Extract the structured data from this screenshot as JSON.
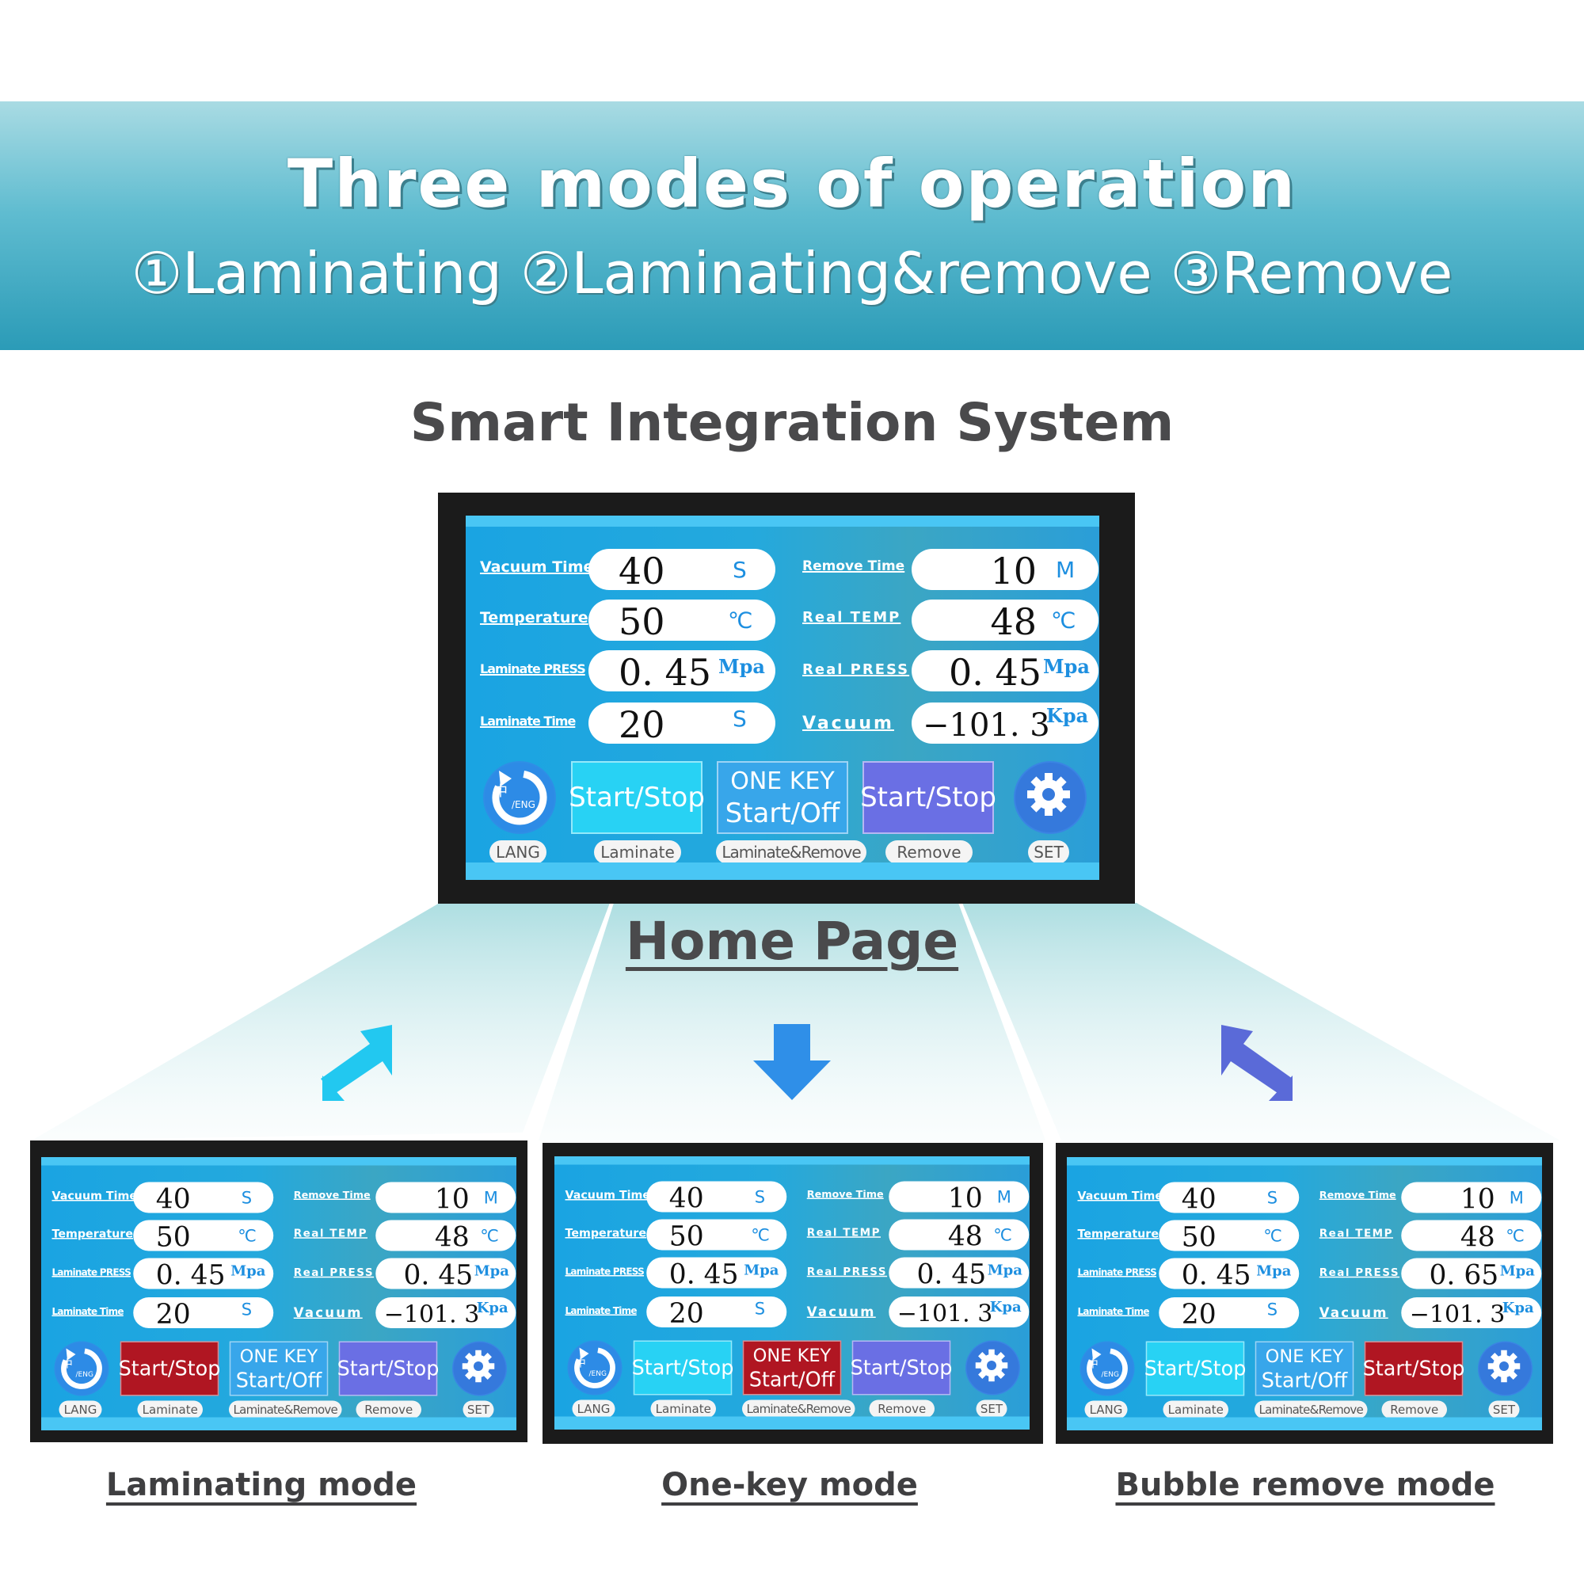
{
  "banner": {
    "title": "Three modes of operation",
    "subtitle": "①Laminating ②Laminating&remove ③Remove"
  },
  "system_title": "Smart Integration System",
  "home_label": "Home Page",
  "colors": {
    "banner": "#2b9bb7",
    "screen_bg": "#22b0ea",
    "btn_cyan": "#28d2f4",
    "btn_blue": "#38a6ea",
    "btn_violet": "#6a6fe4",
    "btn_active_red": "#b01622",
    "arrow_cyan": "#22c8f0",
    "arrow_blue": "#2f8fe8",
    "arrow_violet": "#5a6ad8"
  },
  "screens": [
    {
      "id": "home",
      "fields_left": [
        {
          "label": "Vacuum Time",
          "value": "40",
          "unit": "S"
        },
        {
          "label": "Temperature",
          "value": "50",
          "unit": "℃"
        },
        {
          "label": "Laminate PRESS",
          "value": "0. 45",
          "unit": "Mpa"
        },
        {
          "label": "Laminate Time",
          "value": "20",
          "unit": "S"
        }
      ],
      "fields_right": [
        {
          "label": "Remove Time",
          "value": "10",
          "unit": "M"
        },
        {
          "label": "Real TEMP",
          "value": "48",
          "unit": "℃"
        },
        {
          "label": "Real PRESS",
          "value": "0. 45",
          "unit": "Mpa"
        },
        {
          "label": "Vacuum",
          "value": "−101. 3",
          "unit": "Kpa"
        }
      ],
      "buttons": {
        "lang_icon": "language-switch-icon",
        "lang_glyph": "中",
        "lang_small": "/ENG",
        "lang_label": "LANG",
        "laminate_text": "Start/Stop",
        "laminate_label": "Laminate",
        "onekey_line1": "ONE KEY",
        "onekey_line2": "Start/Off",
        "onekey_label": "Laminate&Remove",
        "remove_text": "Start/Stop",
        "remove_label": "Remove",
        "set_icon": "gear-icon",
        "set_label": "SET"
      },
      "active": "none"
    },
    {
      "id": "laminating",
      "fields_left": [
        {
          "label": "Vacuum Time",
          "value": "40",
          "unit": "S"
        },
        {
          "label": "Temperature",
          "value": "50",
          "unit": "℃"
        },
        {
          "label": "Laminate PRESS",
          "value": "0. 45",
          "unit": "Mpa"
        },
        {
          "label": "Laminate Time",
          "value": "20",
          "unit": "S"
        }
      ],
      "fields_right": [
        {
          "label": "Remove Time",
          "value": "10",
          "unit": "M"
        },
        {
          "label": "Real TEMP",
          "value": "48",
          "unit": "℃"
        },
        {
          "label": "Real PRESS",
          "value": "0. 45",
          "unit": "Mpa"
        },
        {
          "label": "Vacuum",
          "value": "−101. 3",
          "unit": "Kpa"
        }
      ],
      "buttons": {
        "lang_icon": "language-switch-icon",
        "lang_glyph": "中",
        "lang_small": "/ENG",
        "lang_label": "LANG",
        "laminate_text": "Start/Stop",
        "laminate_label": "Laminate",
        "onekey_line1": "ONE KEY",
        "onekey_line2": "Start/Off",
        "onekey_label": "Laminate&Remove",
        "remove_text": "Start/Stop",
        "remove_label": "Remove",
        "set_icon": "gear-icon",
        "set_label": "SET"
      },
      "active": "laminate"
    },
    {
      "id": "onekey",
      "fields_left": [
        {
          "label": "Vacuum Time",
          "value": "40",
          "unit": "S"
        },
        {
          "label": "Temperature",
          "value": "50",
          "unit": "℃"
        },
        {
          "label": "Laminate PRESS",
          "value": "0. 45",
          "unit": "Mpa"
        },
        {
          "label": "Laminate Time",
          "value": "20",
          "unit": "S"
        }
      ],
      "fields_right": [
        {
          "label": "Remove Time",
          "value": "10",
          "unit": "M"
        },
        {
          "label": "Real TEMP",
          "value": "48",
          "unit": "℃"
        },
        {
          "label": "Real PRESS",
          "value": "0. 45",
          "unit": "Mpa"
        },
        {
          "label": "Vacuum",
          "value": "−101. 3",
          "unit": "Kpa"
        }
      ],
      "buttons": {
        "lang_icon": "language-switch-icon",
        "lang_glyph": "中",
        "lang_small": "/ENG",
        "lang_label": "LANG",
        "laminate_text": "Start/Stop",
        "laminate_label": "Laminate",
        "onekey_line1": "ONE KEY",
        "onekey_line2": "Start/Off",
        "onekey_label": "Laminate&Remove",
        "remove_text": "Start/Stop",
        "remove_label": "Remove",
        "set_icon": "gear-icon",
        "set_label": "SET"
      },
      "active": "onekey"
    },
    {
      "id": "remove",
      "fields_left": [
        {
          "label": "Vacuum Time",
          "value": "40",
          "unit": "S"
        },
        {
          "label": "Temperature",
          "value": "50",
          "unit": "℃"
        },
        {
          "label": "Laminate PRESS",
          "value": "0. 45",
          "unit": "Mpa"
        },
        {
          "label": "Laminate Time",
          "value": "20",
          "unit": "S"
        }
      ],
      "fields_right": [
        {
          "label": "Remove Time",
          "value": "10",
          "unit": "M"
        },
        {
          "label": "Real TEMP",
          "value": "48",
          "unit": "℃"
        },
        {
          "label": "Real PRESS",
          "value": "0. 65",
          "unit": "Mpa"
        },
        {
          "label": "Vacuum",
          "value": "−101. 3",
          "unit": "Kpa"
        }
      ],
      "buttons": {
        "lang_icon": "language-switch-icon",
        "lang_glyph": "中",
        "lang_small": "/ENG",
        "lang_label": "LANG",
        "laminate_text": "Start/Stop",
        "laminate_label": "Laminate",
        "onekey_line1": "ONE KEY",
        "onekey_line2": "Start/Off",
        "onekey_label": "Laminate&Remove",
        "remove_text": "Start/Stop",
        "remove_label": "Remove",
        "set_icon": "gear-icon",
        "set_label": "SET"
      },
      "active": "remove"
    }
  ],
  "mode_labels": [
    "Laminating mode",
    "One-key mode",
    "Bubble remove mode"
  ]
}
